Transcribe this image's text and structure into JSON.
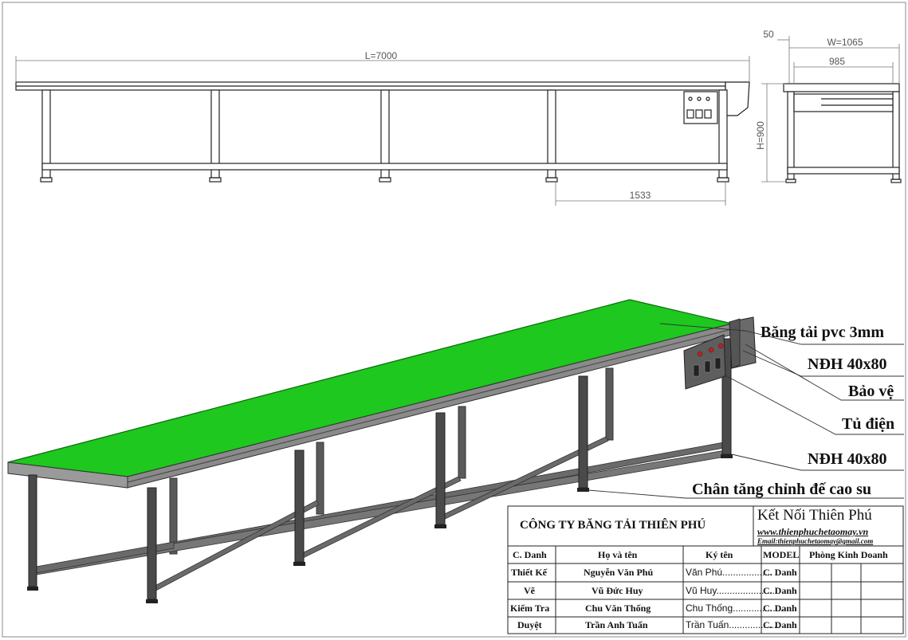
{
  "dimensions": {
    "length": "L=7000",
    "panel_offset": "1533",
    "height": "H=900",
    "offset_50": "50",
    "width": "W=1065",
    "inner_width": "985"
  },
  "labels": [
    "Băng tải pvc 3mm",
    "NĐH 40x80",
    "Bảo vệ",
    "Tủ điện",
    "NĐH 40x80",
    "Chân tăng chỉnh đế cao su"
  ],
  "title_block": {
    "company": "CÔNG TY BĂNG TẢI THIÊN PHÚ",
    "brand": "Kết Nối Thiên Phú",
    "website": "www.thienphuchetaomay.vn",
    "email": "Email:thienphuchetaomay@gmail.com",
    "headers": [
      "C. Danh",
      "Họ và tên",
      "Ký tên",
      "MODEL",
      "Phòng Kinh Doanh"
    ],
    "rows": [
      {
        "role": "Thiết Kế",
        "name": "Nguyễn Văn Phú",
        "sign": "Văn Phú...................",
        "title": "C. Danh"
      },
      {
        "role": "Vẽ",
        "name": "Vũ Đức Huy",
        "sign": "Vũ Huy.......................",
        "title": "C. Danh"
      },
      {
        "role": "Kiểm Tra",
        "name": "Chu Văn Thống",
        "sign": "Chu Thống...................",
        "title": "C. Danh"
      },
      {
        "role": "Duyệt",
        "name": "Trần Anh Tuấn",
        "sign": "Trần Tuấn...................",
        "title": "C. Danh"
      }
    ]
  },
  "colors": {
    "belt": "#1ec81e",
    "frame": "#4a4a4a",
    "line": "#222222"
  }
}
